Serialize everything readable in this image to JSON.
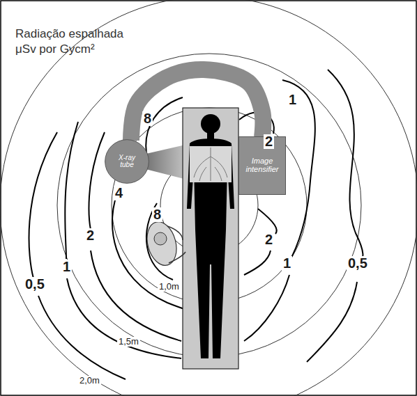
{
  "diagram": {
    "title": "Radiação espalhada",
    "nodes": [
      {
        "text": [
          "X-ray tube"
        ]
      },
      {
        "text": [
          "Image intensifier"
        ]
      }
    ],
    "edges": [
      {
        "from": 0,
        "to": 1,
        "arrow": "none"
      }
    ],
    "labels": [
      "μSv por Gycm²",
      "8",
      "1",
      "2",
      "4",
      "8",
      "2",
      "1",
      "0,5",
      "2",
      "1",
      "0,5",
      "1,0m",
      "1,5m",
      "2,0m"
    ]
  }
}
